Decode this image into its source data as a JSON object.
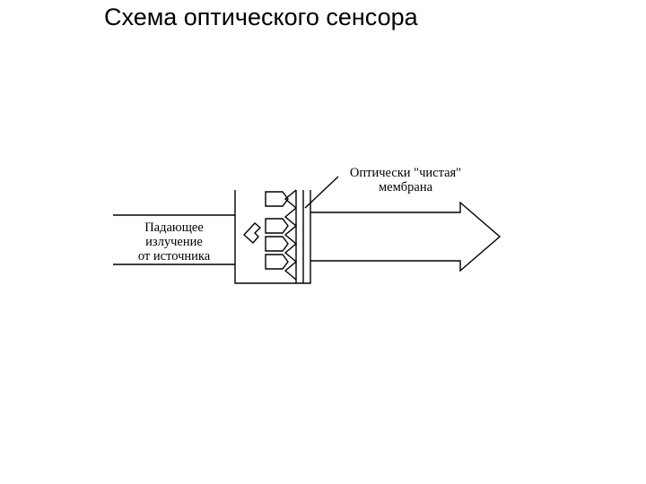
{
  "title": "Схема оптического сенсора",
  "diagram": {
    "incident_label": [
      "Падающее",
      "излучение",
      "от источника"
    ],
    "membrane_label": [
      "Оптически \"чистая\"",
      "мембрана"
    ]
  }
}
